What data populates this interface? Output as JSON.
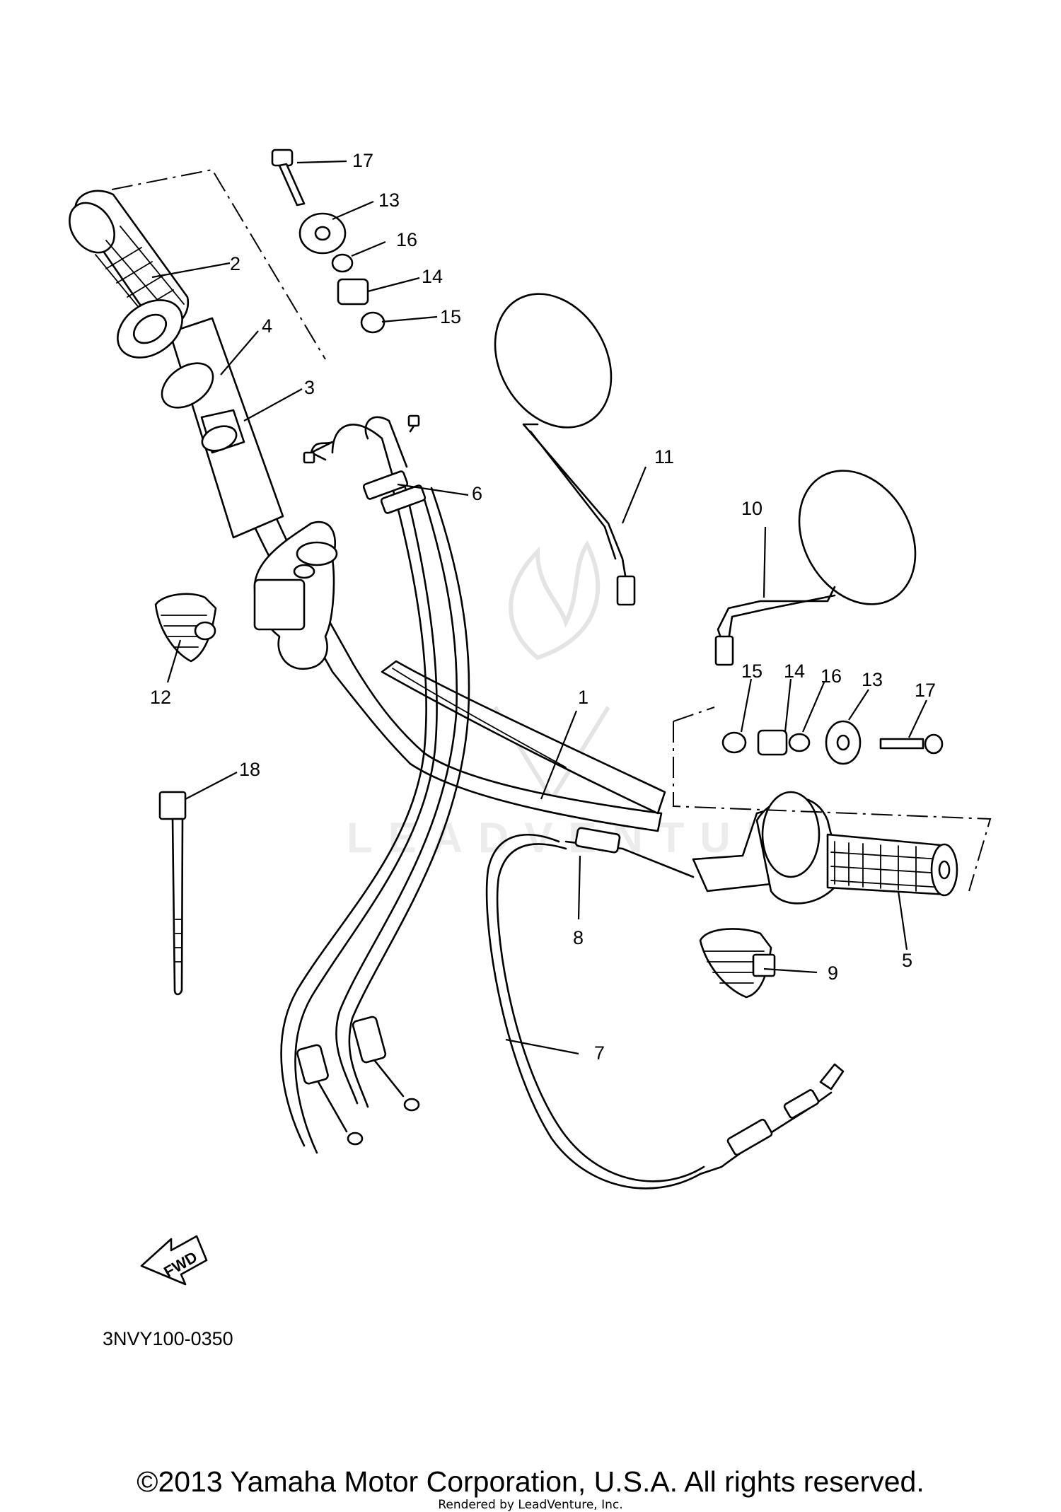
{
  "diagram": {
    "part_labels": {
      "p1": "1",
      "p2": "2",
      "p3": "3",
      "p4": "4",
      "p5": "5",
      "p6": "6",
      "p7": "7",
      "p8": "8",
      "p9": "9",
      "p10": "10",
      "p11": "11",
      "p12": "12",
      "p13a": "13",
      "p13b": "13",
      "p14a": "14",
      "p14b": "14",
      "p15a": "15",
      "p15b": "15",
      "p16a": "16",
      "p16b": "16",
      "p17a": "17",
      "p17b": "17",
      "p18": "18"
    },
    "fwd_label": "FWD",
    "drawing_code": "3NVY100-0350",
    "watermark_text": "LEADVENTURE"
  },
  "footer": {
    "copyright": "©2013 Yamaha Motor Corporation, U.S.A. All rights reserved.",
    "rendered_by": "Rendered by LeadVenture, Inc."
  }
}
